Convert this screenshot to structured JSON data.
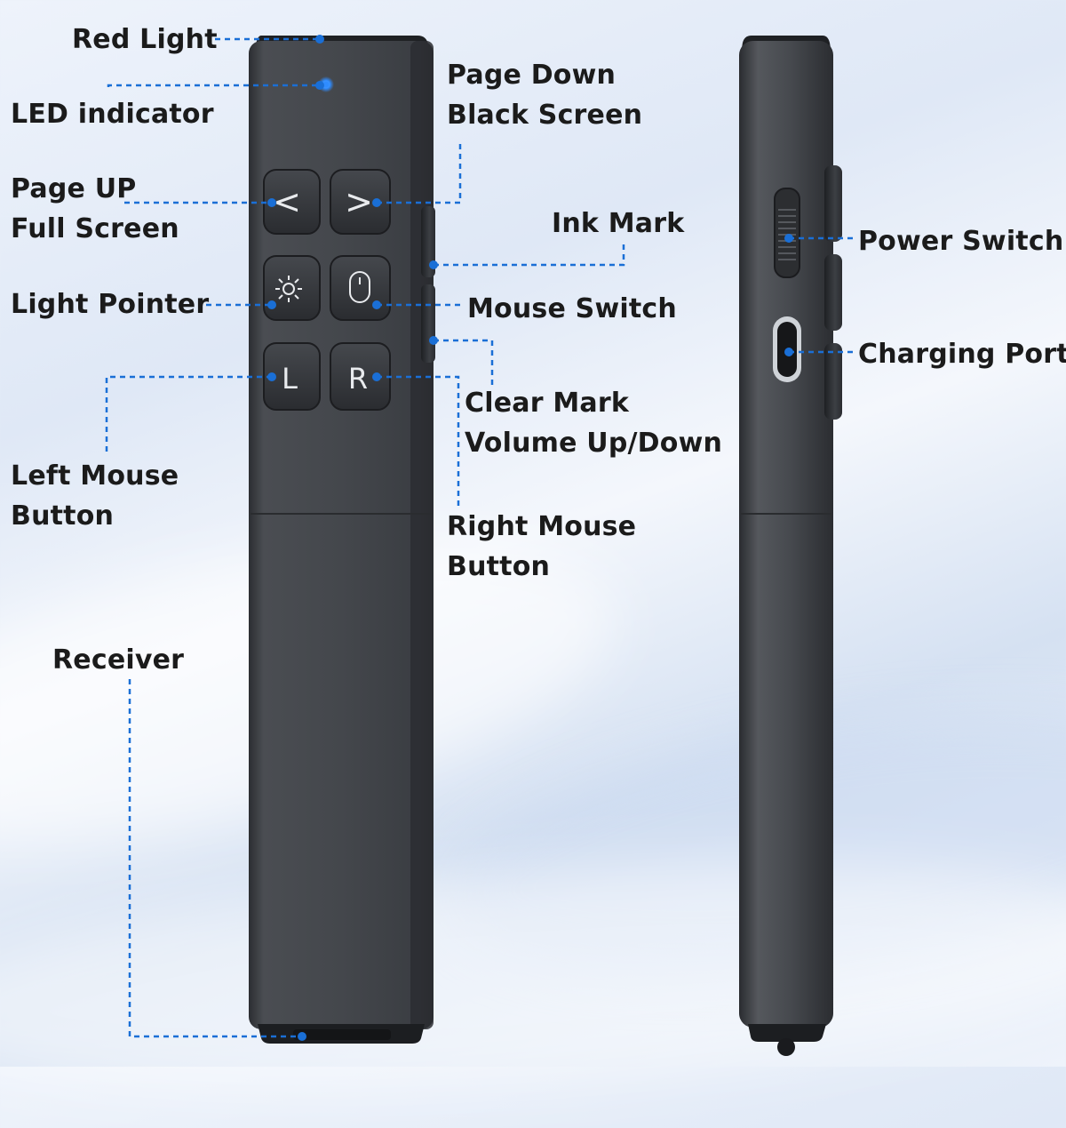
{
  "labels": {
    "red_light": "Red Light",
    "led_indicator": "LED indicator",
    "page_down": [
      "Page Down",
      "Black Screen"
    ],
    "page_up": [
      "Page UP",
      "Full Screen"
    ],
    "ink_mark": "Ink Mark",
    "light_pointer": "Light Pointer",
    "mouse_switch": "Mouse Switch",
    "clear_mark": [
      "Clear Mark",
      "Volume Up/Down"
    ],
    "left_mouse": [
      "Left Mouse",
      "Button"
    ],
    "right_mouse": [
      "Right Mouse",
      "Button"
    ],
    "receiver": "Receiver",
    "power_switch": "Power Switch",
    "charging_port": "Charging Port"
  },
  "buttons": {
    "page_up_glyph": "<",
    "page_down_glyph": ">",
    "left_glyph": "L",
    "right_glyph": "R"
  },
  "colors": {
    "leader": "#1a6fd6",
    "body": "#3f4247",
    "button": "#2d2f33",
    "led": "#2f8cff"
  }
}
